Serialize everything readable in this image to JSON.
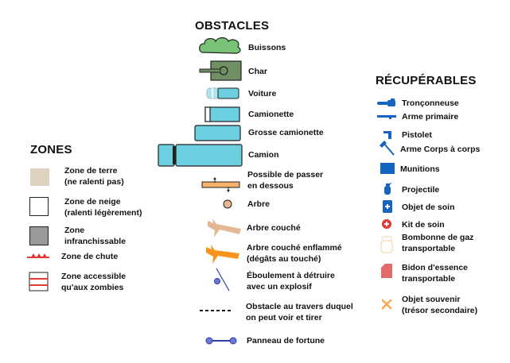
{
  "zones": {
    "title": "ZONES",
    "items": [
      {
        "label_1": "Zone de terre",
        "label_2": "(ne ralenti pas)"
      },
      {
        "label_1": "Zone de neige",
        "label_2": "(ralenti légèrement)"
      },
      {
        "label_1": "Zone",
        "label_2": "infranchissable"
      },
      {
        "label_1": "Zone de chute"
      },
      {
        "label_1": "Zone accessible",
        "label_2": "qu'aux zombies"
      }
    ]
  },
  "obstacles": {
    "title": "OBSTACLES",
    "items": [
      {
        "label_1": "Buissons"
      },
      {
        "label_1": "Char"
      },
      {
        "label_1": "Voiture"
      },
      {
        "label_1": "Camionette"
      },
      {
        "label_1": "Grosse camionette"
      },
      {
        "label_1": "Camion"
      },
      {
        "label_1": "Possible de passer",
        "label_2": "en dessous"
      },
      {
        "label_1": "Arbre"
      },
      {
        "label_1": "Arbre couché"
      },
      {
        "label_1": "Arbre couché enflammé",
        "label_2": "(dégâts au touché)"
      },
      {
        "label_1": "Éboulement à détruire",
        "label_2": "avec un explosif"
      },
      {
        "label_1": "Obstacle au travers duquel",
        "label_2": "on peut voir et tirer"
      },
      {
        "label_1": "Panneau de fortune"
      }
    ]
  },
  "recuperables": {
    "title": "RÉCUPÉRABLES",
    "items": [
      {
        "label_1": "Tronçonneuse"
      },
      {
        "label_1": "Arme primaire"
      },
      {
        "label_1": "Pistolet"
      },
      {
        "label_1": "Arme Corps à corps"
      },
      {
        "label_1": "Munitions"
      },
      {
        "label_1": "Projectile"
      },
      {
        "label_1": "Objet de soin"
      },
      {
        "label_1": "Kit de soin"
      },
      {
        "label_1": "Bombonne de gaz",
        "label_2": "transportable"
      },
      {
        "label_1": "Bidon d'essence",
        "label_2": "transportable"
      },
      {
        "label_1": "Objet souvenir",
        "label_2": "(trésor secondaire)"
      }
    ]
  },
  "colors": {
    "vehicle_fill": "#6ccfe0",
    "bush_fill": "#79c276",
    "tank_fill": "#708f62",
    "dirt": "#dfd1c0",
    "impassable": "#999999",
    "red": "#e53935",
    "blue": "#1565c0",
    "orange": "#f7941d",
    "tree": "#e3b892",
    "fuel_can": "#e26a6a",
    "souvenir": "#f8a952"
  }
}
